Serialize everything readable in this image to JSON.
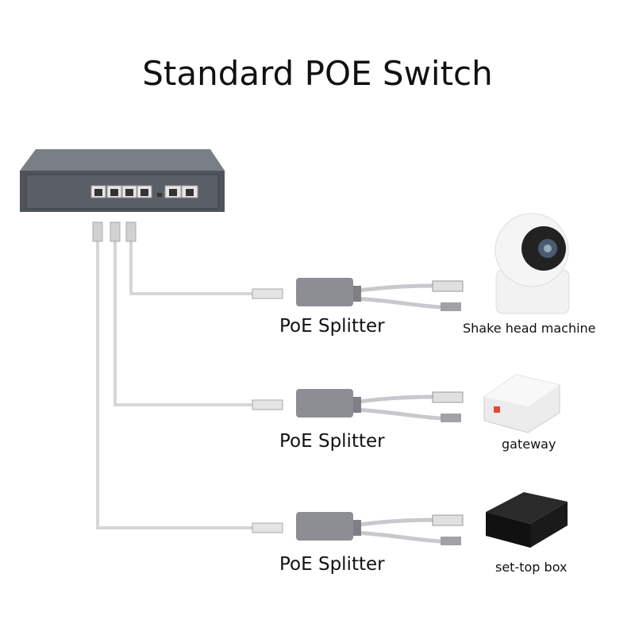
{
  "title": "Standard POE Switch",
  "switch": {
    "name": "poe-switch"
  },
  "links": [
    {
      "splitter_label": "PoE Splitter",
      "device_label": "Shake head machine",
      "device": "camera"
    },
    {
      "splitter_label": "PoE Splitter",
      "device_label": "gateway",
      "device": "gateway"
    },
    {
      "splitter_label": "PoE Splitter",
      "device_label": "set-top box",
      "device": "set-top-box"
    }
  ],
  "colors": {
    "switch": "#5b6068",
    "cable": "#d4d6d8",
    "splitter": "#8c8e93",
    "set_top_box": "#1a1a1a",
    "gateway_led": "#e04a3a"
  }
}
